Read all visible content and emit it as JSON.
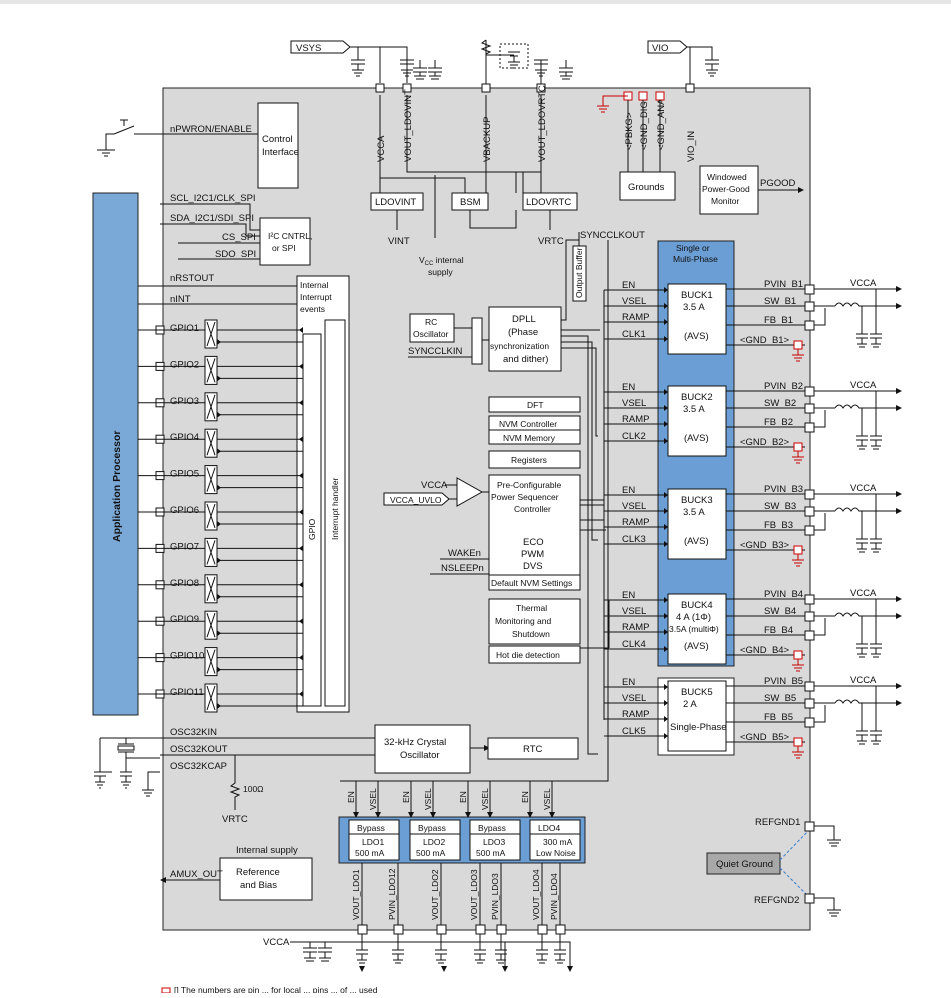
{
  "external": {
    "vsys": "VSYS",
    "vio": "VIO",
    "vcca": "VCCA",
    "vint": "VINT",
    "vrtc": "VRTC",
    "vcc_internal": "V_CC internal supply",
    "syncclkout": "SYNCCLKOUT",
    "pgood": "PGOOD",
    "resistor": "100Ω",
    "refgnd1": "REFGND1",
    "refgnd2": "REFGND2",
    "quiet_ground": "Quiet Ground"
  },
  "top_pins": [
    "VCCA",
    "VOUT_LDOVINT",
    "VBACKUP",
    "VOUT_LDOVRTC",
    "<PBKG>",
    "<GND_DIG>",
    "<GND_ANA>",
    "VIO_IN"
  ],
  "left_pins": {
    "nPWRON_ENABLE": "nPWRON/ENABLE",
    "scl": "SCL_I2C1/CLK_SPI",
    "sda": "SDA_I2C1/SDI_SPI",
    "cs": "CS_SPI",
    "sdo": "SDO_SPI",
    "nrstout": "nRSTOUT",
    "nint": "nINT",
    "gpios": [
      "GPIO1",
      "GPIO2",
      "GPIO3",
      "GPIO4",
      "GPIO5",
      "GPIO6",
      "GPIO7",
      "GPIO8",
      "GPIO9",
      "GPIO10",
      "GPIO11"
    ],
    "osc_in": "OSC32KIN",
    "osc_out": "OSC32KOUT",
    "osc_cap": "OSC32KCAP",
    "amux": "AMUX_OUT"
  },
  "app_processor": "Application Processor",
  "blocks": {
    "control": "Control Interface",
    "i2c": "I²C CNTRL, or SPI",
    "interrupt_events": "Internal Interrupt events",
    "gpio": "GPIO",
    "interrupt_handler": "Interrupt handler",
    "ldovint": "LDOVINT",
    "bsm": "BSM",
    "ldovrtc": "LDOVRTC",
    "grounds": "Grounds",
    "pgood_monitor": "Windowed Power-Good Monitor",
    "rc_osc": "RC Oscillator",
    "syncclkin": "SYNCCLKIN",
    "dpll": "DPLL (Phase synchronization and dither)",
    "output_buffer": "Output Buffer",
    "dft": "DFT",
    "nvm_controller": "NVM Controller",
    "nvm_memory": "NVM Memory",
    "registers": "Registers",
    "vcca": "VCCA",
    "vcca_uvlo": "VCCA_UVLO",
    "sequencer": "Pre-Configurable Power Sequencer Controller",
    "modes": [
      "ECO",
      "PWM",
      "DVS"
    ],
    "wake": "WAKEn",
    "nsleep": "NSLEEPn",
    "default_nvm": "Default NVM Settings",
    "thermal": "Thermal Monitoring and Shutdown",
    "hot_die": "Hot die detection",
    "crystal": "32-kHz Crystal Oscillator",
    "rtc": "RTC",
    "reference": "Reference and Bias",
    "internal_supply": "Internal supply",
    "multiphase": "Single or Multi-Phase"
  },
  "bucks": [
    {
      "name": "BUCK1",
      "rating": "3.5 A",
      "mode": "(AVS)",
      "pvin": "PVIN_B1",
      "sw": "SW_B1",
      "fb": "FB_B1",
      "gnd": "<GND_B1>",
      "clk": "CLK1"
    },
    {
      "name": "BUCK2",
      "rating": "3.5 A",
      "mode": "(AVS)",
      "pvin": "PVIN_B2",
      "sw": "SW_B2",
      "fb": "FB_B2",
      "gnd": "<GND_B2>",
      "clk": "CLK2"
    },
    {
      "name": "BUCK3",
      "rating": "3.5 A",
      "mode": "(AVS)",
      "pvin": "PVIN_B3",
      "sw": "SW_B3",
      "fb": "FB_B3",
      "gnd": "<GND_B3>",
      "clk": "CLK3"
    },
    {
      "name": "BUCK4",
      "rating": "4 A (1Φ)",
      "rating2": "3.5A (multiΦ)",
      "mode": "(AVS)",
      "pvin": "PVIN_B4",
      "sw": "SW_B4",
      "fb": "FB_B4",
      "gnd": "<GND_B4>",
      "clk": "CLK4"
    },
    {
      "name": "BUCK5",
      "rating": "2 A",
      "mode": "Single-Phase",
      "pvin": "PVIN_B5",
      "sw": "SW_B5",
      "fb": "FB_B5",
      "gnd": "<GND_B5>",
      "clk": "CLK5"
    }
  ],
  "buck_ctrl": [
    "EN",
    "VSEL",
    "RAMP"
  ],
  "ldos": [
    {
      "l1": "Bypass",
      "l2": "LDO1",
      "l3": "500 mA"
    },
    {
      "l1": "Bypass",
      "l2": "LDO2",
      "l3": "500 mA"
    },
    {
      "l1": "Bypass",
      "l2": "LDO3",
      "l3": "500 mA"
    },
    {
      "l1": "LDO4",
      "l2": "300 mA",
      "l3": "Low Noise"
    }
  ],
  "ldo_ctrl": [
    "EN",
    "VSEL"
  ],
  "bottom_pins": [
    "VOUT_LDO1",
    "PVIN_LDO12",
    "VOUT_LDO2",
    "VOUT_LDO3",
    "PVIN_LDO3",
    "VOUT_LDO4",
    "PVIN_LDO4"
  ],
  "footnote": "[] The numbers are pin ... for local ... pins ... of ... used"
}
